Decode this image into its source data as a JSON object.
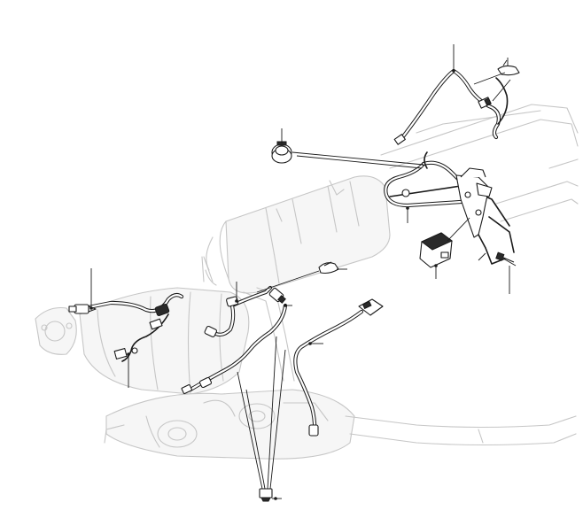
{
  "diagram": {
    "components": [
      {
        "id": "upper-harness",
        "icon": "wiring-harness-icon"
      },
      {
        "id": "right-connector",
        "icon": "electrical-connector-icon"
      },
      {
        "id": "cable-clip",
        "icon": "cable-clip-icon"
      },
      {
        "id": "oxygen-sensor",
        "icon": "sensor-icon"
      },
      {
        "id": "lower-harness",
        "icon": "wiring-harness-icon"
      },
      {
        "id": "bracket-clip",
        "icon": "bracket-icon"
      },
      {
        "id": "control-module",
        "icon": "module-icon"
      },
      {
        "id": "screw",
        "icon": "screw-icon"
      }
    ],
    "leaders": [
      "upper-harness",
      "right-clip-a",
      "right-clip-b",
      "clamp-ring",
      "module-bracket",
      "control-module",
      "screw",
      "front-sensor",
      "front-sensor-clip",
      "mid-connector",
      "cable-tie",
      "mid-plug",
      "harness-tie",
      "bottom-clip"
    ],
    "colors": {
      "ghost": "#c6c6c6",
      "ink": "#1a1a1a",
      "background": "#ffffff"
    }
  }
}
